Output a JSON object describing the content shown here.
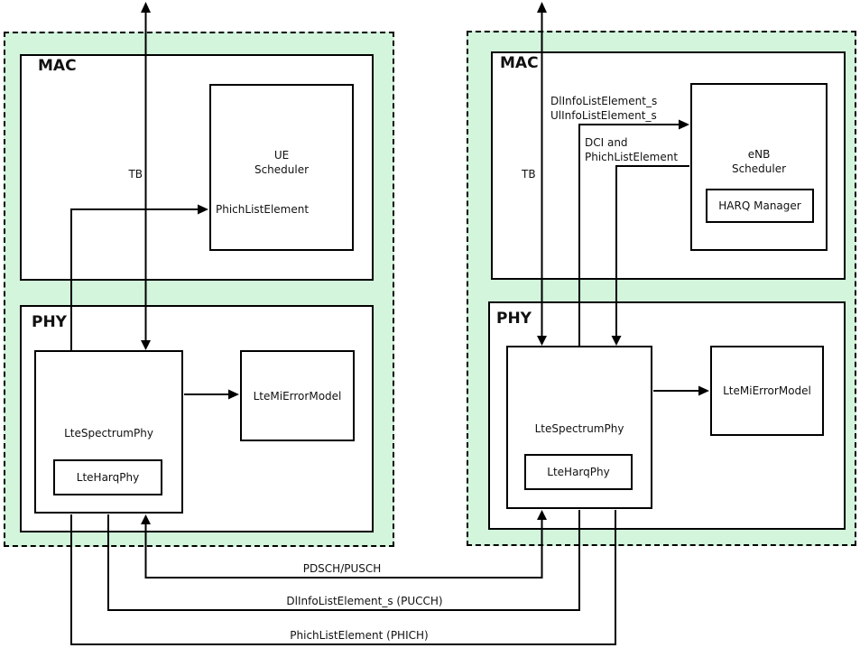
{
  "ue_node": {
    "mac_label": "MAC",
    "phy_label": "PHY",
    "tb_label": "TB",
    "scheduler_line1": "UE",
    "scheduler_line2": "Scheduler",
    "scheduler_port": "PhichListElement",
    "spectrum_phy_label": "LteSpectrumPhy",
    "harq_phy_label": "LteHarqPhy",
    "error_model_label": "LteMiErrorModel"
  },
  "enb_node": {
    "mac_label": "MAC",
    "phy_label": "PHY",
    "tb_label": "TB",
    "dl_info_label": "DlInfoListElement_s",
    "ul_info_label": "UlInfoListElement_s",
    "dci_label_line1": "DCI and",
    "dci_label_line2": "PhichListElement",
    "scheduler_line1": "eNB",
    "scheduler_line2": "Scheduler",
    "harq_manager_label": "HARQ Manager",
    "spectrum_phy_label": "LteSpectrumPhy",
    "harq_phy_label": "LteHarqPhy",
    "error_model_label": "LteMiErrorModel"
  },
  "interconnect": {
    "pdsch_label": "PDSCH/PUSCH",
    "pucch_label": "DlInfoListElement_s (PUCCH)",
    "phich_label": "PhichListElement (PHICH)"
  },
  "colors": {
    "node_fill": "#d2f5dc",
    "box_fill": "#ffffff",
    "stroke": "#000000"
  }
}
